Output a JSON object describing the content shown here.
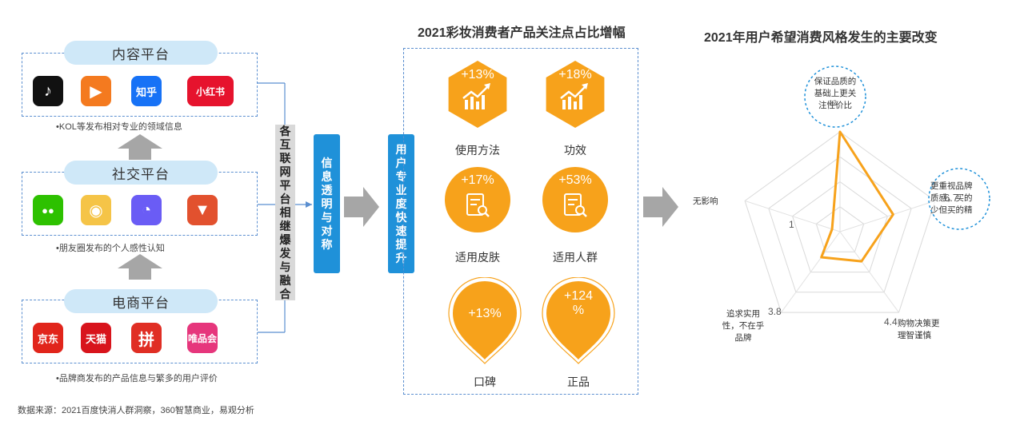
{
  "platforms": [
    {
      "label": "内容平台",
      "note": "•KOL等发布相对专业的领域信息",
      "logos": [
        {
          "name": "douyin-logo",
          "text": "♪",
          "color": "#111111"
        },
        {
          "name": "kuaishou-logo",
          "text": "▶",
          "color": "#f47a1f"
        },
        {
          "name": "zhihu-logo",
          "text": "知乎",
          "color": "#1772f6"
        },
        {
          "name": "xiaohongshu-logo",
          "text": "小红书",
          "color": "#e6132d"
        }
      ]
    },
    {
      "label": "社交平台",
      "note": "•朋友圈发布的个人感性认知",
      "logos": [
        {
          "name": "wechat-logo",
          "text": "●●",
          "color": "#2dc100"
        },
        {
          "name": "weibo-logo",
          "text": "◉",
          "color": "#f5c447"
        },
        {
          "name": "soul-logo",
          "text": "◔",
          "color": "#6a5cf5"
        },
        {
          "name": "fox-app-logo",
          "text": "▼",
          "color": "#e2512e"
        }
      ]
    },
    {
      "label": "电商平台",
      "note": "•品牌商发布的产品信息与繁多的用户评价",
      "logos": [
        {
          "name": "jd-logo",
          "text": "京东",
          "color": "#e1251b"
        },
        {
          "name": "tmall-logo",
          "text": "天猫",
          "color": "#d8141c"
        },
        {
          "name": "pinduoduo-logo",
          "text": "拼",
          "color": "#e02e24"
        },
        {
          "name": "vip-logo",
          "text": "唯品会",
          "color": "#e6367c"
        }
      ]
    }
  ],
  "bars": {
    "merge": "各互联网平台相继爆发与融合",
    "transparency": "信息透明与对称",
    "professional": "用户专业度快速提升"
  },
  "middle": {
    "title": "2021彩妆消费者产品关注点占比增幅",
    "items": [
      {
        "pct": "+13%",
        "label": "使用方法",
        "shape": "hexagon",
        "icon": "trend-chart-icon"
      },
      {
        "pct": "+18%",
        "label": "功效",
        "shape": "hexagon",
        "icon": "trend-chart-icon"
      },
      {
        "pct": "+17%",
        "label": "适用皮肤",
        "shape": "circle",
        "icon": "document-search-icon"
      },
      {
        "pct": "+53%",
        "label": "适用人群",
        "shape": "circle",
        "icon": "document-search-icon"
      },
      {
        "pct": "+13%",
        "label": "口碑",
        "shape": "drop"
      },
      {
        "pct": "+124%",
        "pct_line1": "+124",
        "pct_line2": "%",
        "label": "正品",
        "shape": "drop"
      }
    ],
    "color": "#f7a21b"
  },
  "right": {
    "title": "2021年用户希望消费风格发生的主要改变",
    "axes": [
      {
        "label_lines": [
          "保证品质的",
          "基础上更关",
          "注性价比"
        ]
      },
      {
        "label_lines": [
          "更重视品牌",
          "质感，买的",
          "少但买的精"
        ]
      },
      {
        "label_lines": [
          "购物决策更",
          "理智谨慎"
        ]
      },
      {
        "label_lines": [
          "追求实用",
          "性，不在乎",
          "品牌"
        ]
      },
      {
        "label_lines": [
          "无影响"
        ]
      }
    ],
    "value_labels": [
      "12",
      "6.7",
      "4.4",
      "3.8",
      "1"
    ],
    "line_color": "#f7a21b"
  },
  "chart_data": {
    "type": "radar",
    "title": "2021年用户希望消费风格发生的主要改变",
    "categories": [
      "保证品质的基础上更关注性价比",
      "更重视品牌质感，买的少但买的精",
      "购物决策更理智谨慎",
      "追求实用性，不在乎品牌",
      "无影响"
    ],
    "values": [
      12,
      6.7,
      4.4,
      3.8,
      1
    ],
    "grid_levels": 4
  },
  "source": "数据来源：2021百度快消人群洞察，360智慧商业，易观分析"
}
